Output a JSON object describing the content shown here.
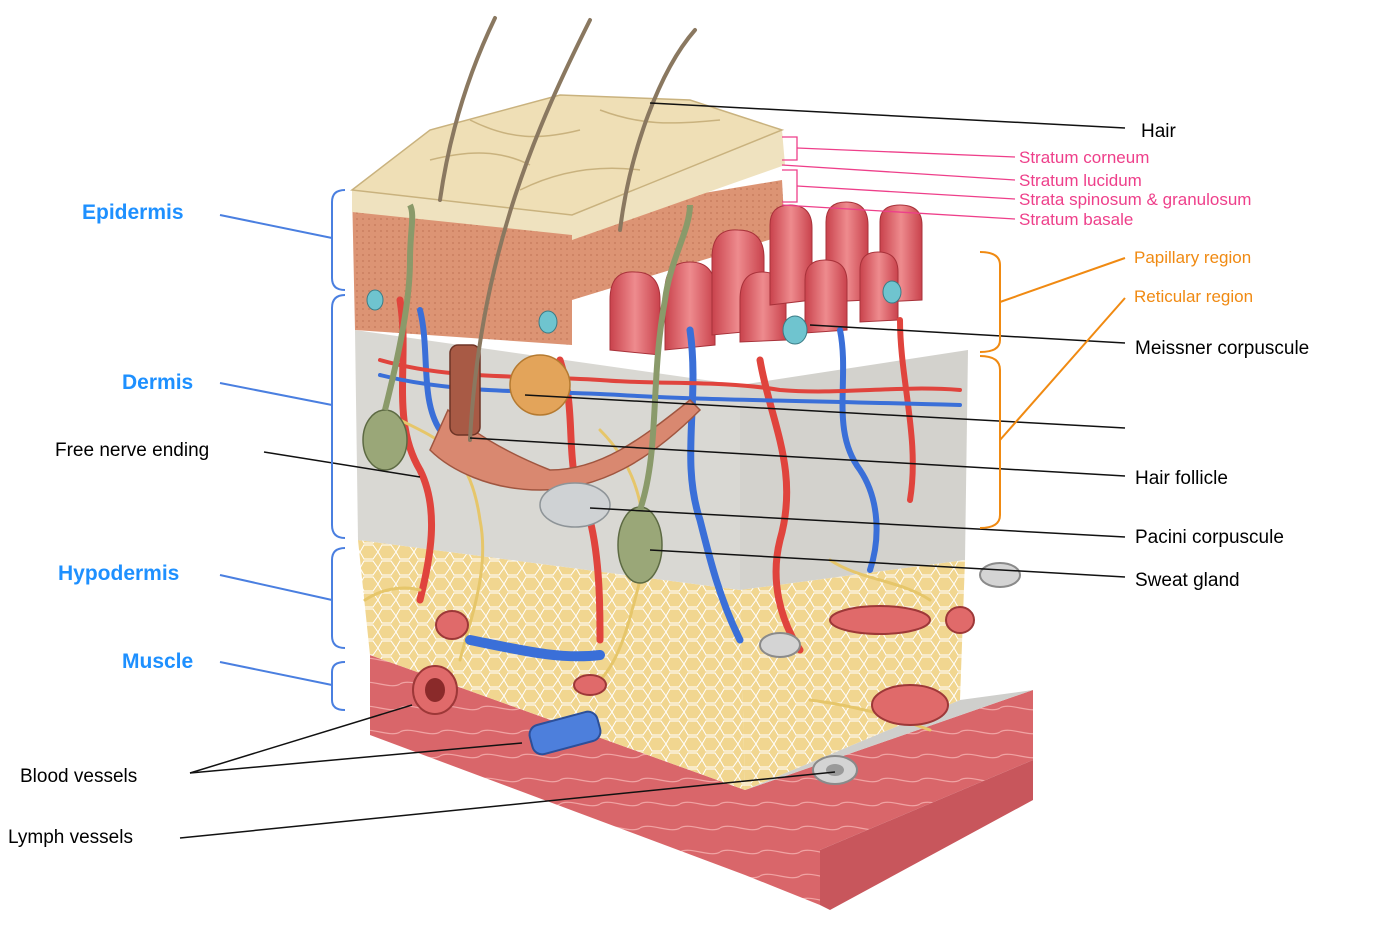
{
  "colors": {
    "leader_black": "#111111",
    "layer_blue": "#1e90ff",
    "bracket_blue": "#4a7fe0",
    "epidermis_pink": "#ee3f8a",
    "dermis_orange": "#f08a12",
    "skin_tan": "#e8d4a8",
    "epidermis_flesh": "#d98a6e",
    "papilla_red": "#d9535a",
    "dermis_grey": "#d7d7d4",
    "fat_yellow": "#efcf86",
    "muscle_red": "#d9666a",
    "artery_red": "#e0443d",
    "vein_blue": "#3a6fd8",
    "nerve_yellow": "#e6c66a",
    "gland_green": "#8a9a6a"
  },
  "layers": {
    "epidermis": "Epidermis",
    "dermis": "Dermis",
    "hypodermis": "Hypodermis",
    "muscle": "Muscle"
  },
  "epidermis_strata": {
    "corneum": "Stratum corneum",
    "lucidum": "Stratum lucidum",
    "spinosum_granulosum": "Strata spinosum & granulosum",
    "basale": "Stratum basale"
  },
  "dermis_regions": {
    "papillary": "Papillary region",
    "reticular": "Reticular region"
  },
  "structures": {
    "hair": "Hair",
    "meissner": "Meissner corpuscule",
    "hair_follicle": "Hair follicle",
    "pacini": "Pacini corpuscule",
    "sweat_gland": "Sweat gland",
    "free_nerve_ending": "Free nerve ending",
    "blood_vessels": "Blood vessels",
    "lymph_vessels": "Lymph vessels"
  }
}
